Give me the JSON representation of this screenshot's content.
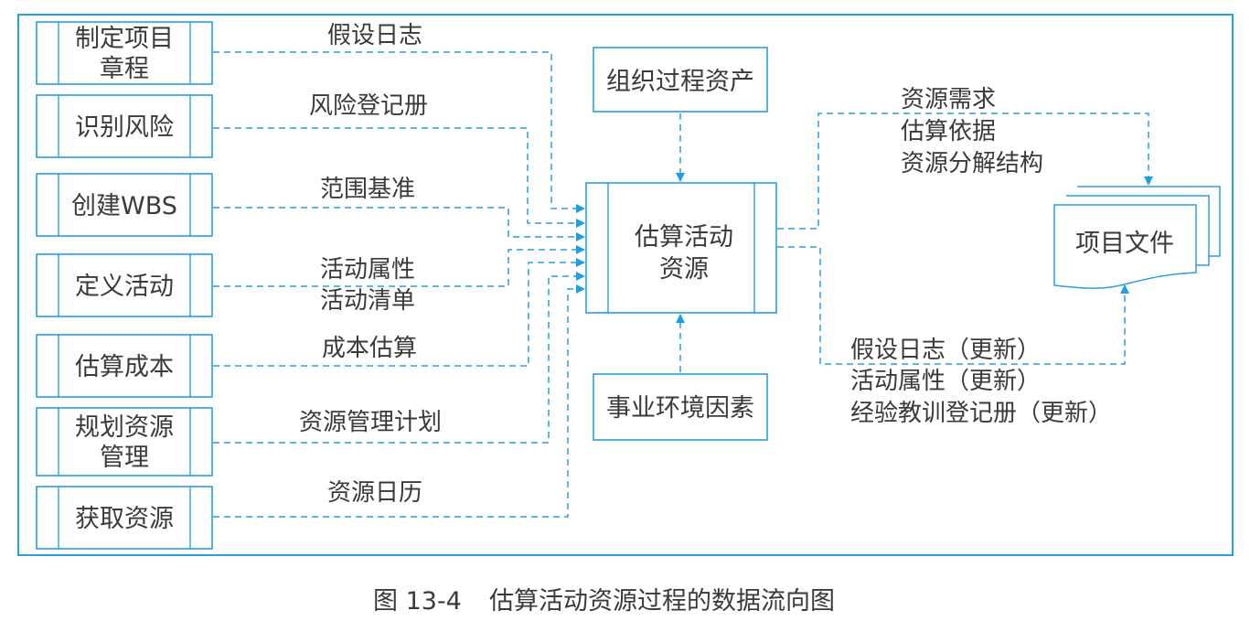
{
  "colors": {
    "line": "#2a9fd8",
    "arrow": "#1ea0e0",
    "text": "#3a3a3a",
    "background": "#ffffff"
  },
  "inputs": [
    {
      "id": "charter",
      "process": [
        "制定项目",
        "章程"
      ],
      "flow_label": [
        "假设日志"
      ]
    },
    {
      "id": "risk",
      "process": [
        "识别风险"
      ],
      "flow_label": [
        "风险登记册"
      ]
    },
    {
      "id": "wbs",
      "process": [
        "创建WBS"
      ],
      "flow_label": [
        "范围基准"
      ]
    },
    {
      "id": "activity",
      "process": [
        "定义活动"
      ],
      "flow_label": [
        "活动属性",
        "活动清单"
      ]
    },
    {
      "id": "cost",
      "process": [
        "估算成本"
      ],
      "flow_label": [
        "成本估算"
      ]
    },
    {
      "id": "plan",
      "process": [
        "规划资源",
        "管理"
      ],
      "flow_label": [
        "资源管理计划"
      ]
    },
    {
      "id": "acquire",
      "process": [
        "获取资源"
      ],
      "flow_label": [
        "资源日历"
      ]
    }
  ],
  "center_process": [
    "估算活动",
    "资源"
  ],
  "top_source": "组织过程资产",
  "bottom_source": "事业环境因素",
  "output_target": "项目文件",
  "output_labels_top": [
    "资源需求",
    "估算依据",
    "资源分解结构"
  ],
  "output_labels_bottom": [
    "假设日志（更新）",
    "活动属性（更新）",
    "经验教训登记册（更新）"
  ],
  "caption": {
    "number": "图 13-4",
    "title": "估算活动资源过程的数据流向图"
  }
}
